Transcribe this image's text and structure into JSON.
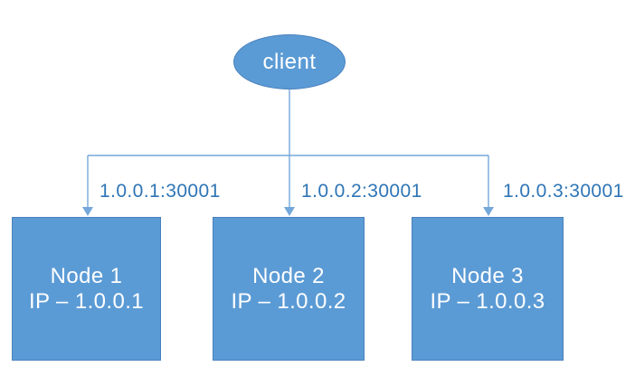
{
  "diagram": {
    "client": {
      "label": "client"
    },
    "edges": [
      {
        "from": "client",
        "to": "Node 1",
        "label": "1.0.0.1:30001"
      },
      {
        "from": "client",
        "to": "Node 2",
        "label": "1.0.0.2:30001"
      },
      {
        "from": "client",
        "to": "Node 3",
        "label": "1.0.0.3:30001"
      }
    ],
    "nodes": [
      {
        "title": "Node 1",
        "subtitle": "IP – 1.0.0.1"
      },
      {
        "title": "Node 2",
        "subtitle": "IP – 1.0.0.2"
      },
      {
        "title": "Node 3",
        "subtitle": "IP – 1.0.0.3"
      }
    ],
    "colors": {
      "shape_fill": "#5B9BD5",
      "shape_border": "#4A81BD",
      "connector": "#74A7DA",
      "label_text": "#2E75B6",
      "shape_text": "#FFFFFF",
      "canvas_bg": "#FFFFFF"
    }
  }
}
